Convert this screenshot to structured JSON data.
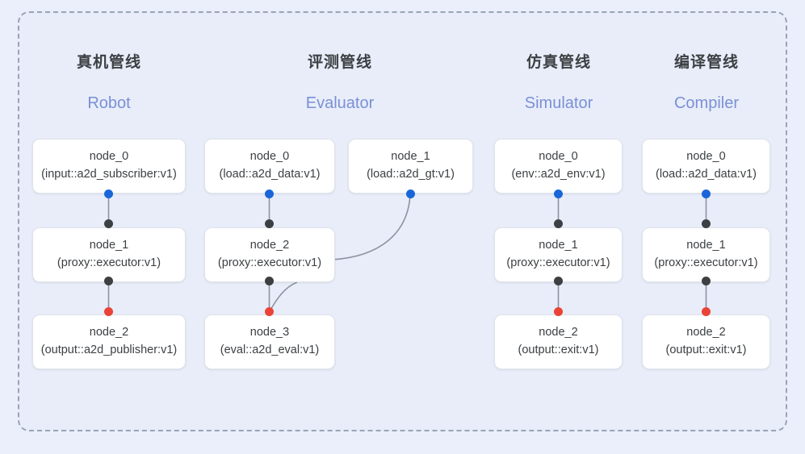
{
  "diagram": {
    "title_cn_columns": [
      "真机管线",
      "评测管线",
      "仿真管线",
      "编译管线"
    ],
    "colors": {
      "canvas_bg": "#eaeffb",
      "panel_bg": "#e8edf9",
      "frame_border": "#9aa3b4",
      "node_bg": "#ffffff",
      "node_border": "#dfe3ec",
      "heading_cn": "#3c4043",
      "heading_en": "#7b90d6",
      "port_blue": "#1a66d8",
      "port_black": "#3c4043",
      "port_red": "#ea4335",
      "edge_line": "#8d93a1"
    }
  },
  "columns": [
    {
      "cn": "真机管线",
      "en": "Robot",
      "nodes": [
        {
          "id": "node_0",
          "kind": "(input::a2d_subscriber:v1)"
        },
        {
          "id": "node_1",
          "kind": "(proxy::executor:v1)"
        },
        {
          "id": "node_2",
          "kind": "(output::a2d_publisher:v1)"
        }
      ]
    },
    {
      "cn": "评测管线",
      "en": "Evaluator",
      "nodes": [
        {
          "id": "node_0",
          "kind": "(load::a2d_data:v1)"
        },
        {
          "id": "node_1",
          "kind": "(load::a2d_gt:v1)"
        },
        {
          "id": "node_2",
          "kind": "(proxy::executor:v1)"
        },
        {
          "id": "node_3",
          "kind": "(eval::a2d_eval:v1)"
        }
      ]
    },
    {
      "cn": "仿真管线",
      "en": "Simulator",
      "nodes": [
        {
          "id": "node_0",
          "kind": "(env::a2d_env:v1)"
        },
        {
          "id": "node_1",
          "kind": "(proxy::executor:v1)"
        },
        {
          "id": "node_2",
          "kind": "(output::exit:v1)"
        }
      ]
    },
    {
      "cn": "编译管线",
      "en": "Compiler",
      "nodes": [
        {
          "id": "node_0",
          "kind": "(load::a2d_data:v1)"
        },
        {
          "id": "node_1",
          "kind": "(proxy::executor:v1)"
        },
        {
          "id": "node_2",
          "kind": "(output::exit:v1)"
        }
      ]
    }
  ]
}
